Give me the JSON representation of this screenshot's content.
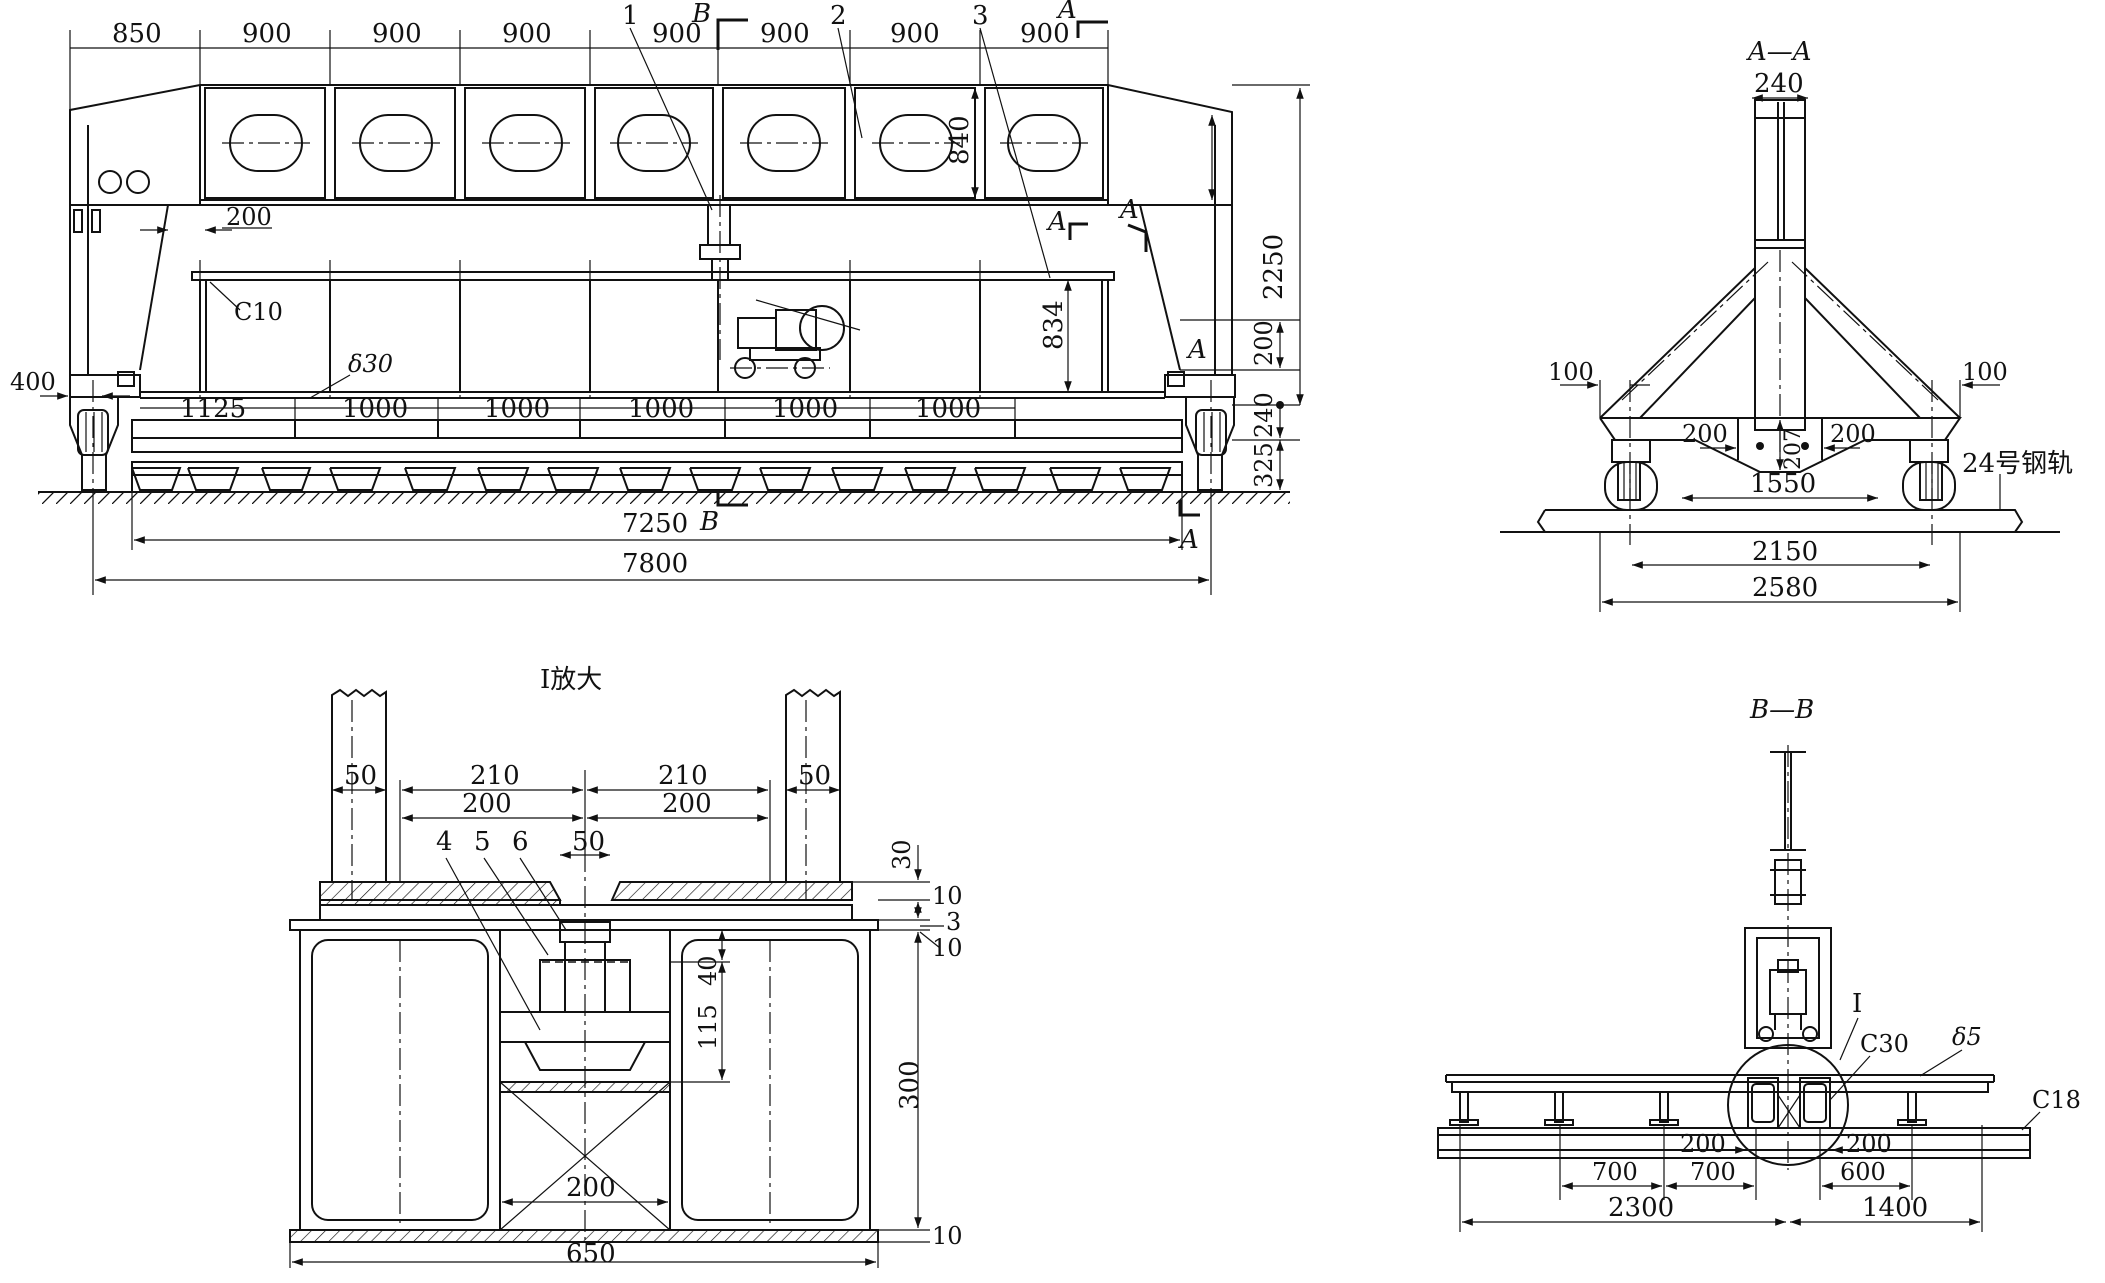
{
  "figure": {
    "front": {
      "top_dims": [
        "850",
        "900",
        "900",
        "900",
        "900",
        "900",
        "900",
        "900"
      ],
      "bottom_dims": [
        "1125",
        "1000",
        "1000",
        "1000",
        "1000",
        "1000"
      ],
      "right_dims": {
        "overall_h": "2250",
        "panel_h": "840",
        "frame_h": "834",
        "d200": "200",
        "d240": "240",
        "d325": "325"
      },
      "misc": {
        "d200": "200",
        "d400": "400",
        "c10": "C10",
        "delta30": "δ30"
      },
      "overall": {
        "inner": "7250",
        "outer": "7800"
      },
      "callouts": [
        "1",
        "2",
        "3"
      ],
      "section_marks": {
        "b": "B",
        "a": "A"
      }
    },
    "section_aa": {
      "title": "A—A",
      "top": "240",
      "left100": "100",
      "right100": "100",
      "d200_left": "200",
      "d200_right": "200",
      "d207": "207",
      "d1550": "1550",
      "d2150": "2150",
      "d2580": "2580",
      "rail_label": "24号钢轨"
    },
    "detail_i": {
      "title": "I放大",
      "d50_left": "50",
      "d210_left": "210",
      "d210_right": "210",
      "d50_right": "50",
      "d200_left": "200",
      "d200_right": "200",
      "d50_mid": "50",
      "d30": "30",
      "d10_a": "10",
      "d3": "3",
      "d10_b": "10",
      "d40": "40",
      "d115": "115",
      "d300": "300",
      "d200_bottom": "200",
      "d10_c": "10",
      "d650": "650",
      "callouts": [
        "4",
        "5",
        "6"
      ]
    },
    "section_bb": {
      "title": "B—B",
      "label_i": "I",
      "c30": "C30",
      "delta5": "δ5",
      "c18": "C18",
      "d200_left": "200",
      "d200_right": "200",
      "d700_a": "700",
      "d700_b": "700",
      "d600": "600",
      "d2300": "2300",
      "d1400": "1400"
    }
  }
}
